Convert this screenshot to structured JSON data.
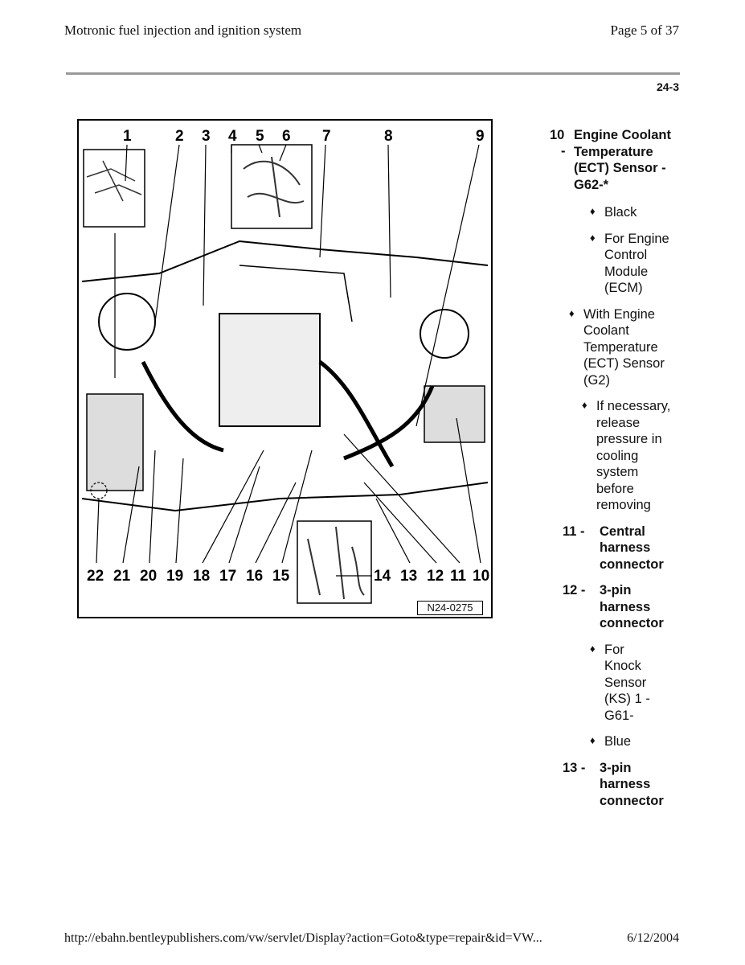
{
  "header": {
    "title": "Motronic fuel injection and ignition system",
    "page": "Page 5 of 37"
  },
  "section": "24-3",
  "figure": {
    "code": "N24-0275",
    "top_callouts": [
      "1",
      "2",
      "3",
      "4",
      "5",
      "6",
      "7",
      "8",
      "9"
    ],
    "bottom_callouts": [
      "22",
      "21",
      "20",
      "19",
      "18",
      "17",
      "16",
      "15",
      "14",
      "13",
      "12",
      "11",
      "10"
    ]
  },
  "legend": {
    "item10": {
      "num": "10",
      "dash": "-",
      "text": "Engine Coolant Temperature (ECT) Sensor - G62-*"
    },
    "item10_notes": {
      "black": "Black",
      "for_ecm": "For Engine Control Module (ECM)",
      "with_g2": "With Engine Coolant Temperature (ECT) Sensor (G2)",
      "release": "If necessary, release pressure in cooling system before removing"
    },
    "item11": {
      "num": "11 -",
      "text": "Central harness connector"
    },
    "item12": {
      "num": "12 -",
      "text": "3-pin harness connector"
    },
    "item12_notes": {
      "knock": "For Knock Sensor (KS) 1 - G61-",
      "blue": "Blue"
    },
    "item13": {
      "num": "13 -",
      "text": "3-pin harness connector"
    }
  },
  "footer": {
    "url": "http://ebahn.bentleypublishers.com/vw/servlet/Display?action=Goto&type=repair&id=VW...",
    "date": "6/12/2004"
  }
}
